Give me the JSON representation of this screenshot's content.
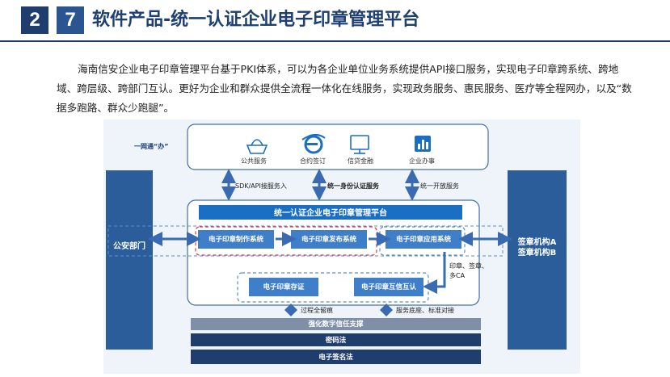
{
  "header": {
    "section_digit_1": "2",
    "section_digit_2": "7",
    "title": "软件产品-统一认证企业电子印章管理平台"
  },
  "intro": "海南信安企业电子印章管理平台基于PKI体系，可以为各企业单位业务系统提供API接口服务，实现电子印章跨系统、跨地域、跨层级、跨部门互认。更好为企业和群众提供全流程一体化在线服务，实现政务服务、惠民服务、医疗等全程网办，以及“数据多跑路、群众少跑腿”。",
  "diagram": {
    "top_box_label": "一网通“办”",
    "services": [
      {
        "label": "公共服务",
        "icon": "basket-icon"
      },
      {
        "label": "合约签订",
        "icon": "browser-e-icon"
      },
      {
        "label": "信贷金融",
        "icon": "monitor-icon"
      },
      {
        "label": "企业办事",
        "icon": "chart-book-icon"
      }
    ],
    "connectors": {
      "left": "SDK/API接服务入",
      "middle": "统一身份认证服务",
      "right": "统一开放服务"
    },
    "platform_title": "统一认证企业电子印章管理平台",
    "systems": {
      "make": "电子印章制作系统",
      "publish": "电子印章发布系统",
      "apply": "电子印章应用系统",
      "store": "电子印章存证",
      "mutual": "电子印章互信互认"
    },
    "side_note": [
      "印章、签章、",
      "多CA"
    ],
    "left_block": "公安部门",
    "right_block": [
      "签章机构A",
      "签章机构B"
    ],
    "bottom_notes": {
      "left": "过程全留痕",
      "right": "服务底座、标准对接"
    },
    "layers": [
      "强化数字信任支撑",
      "密码法",
      "电子签名法"
    ]
  },
  "colors": {
    "navy": "#1f3e6e",
    "platform_blue": "#1a6fc4",
    "system_blue": "#3f7ec8",
    "block_blue": "#2b5d9b",
    "dashed_red": "#d9394a",
    "dashed_blue": "#5b8ed0"
  }
}
